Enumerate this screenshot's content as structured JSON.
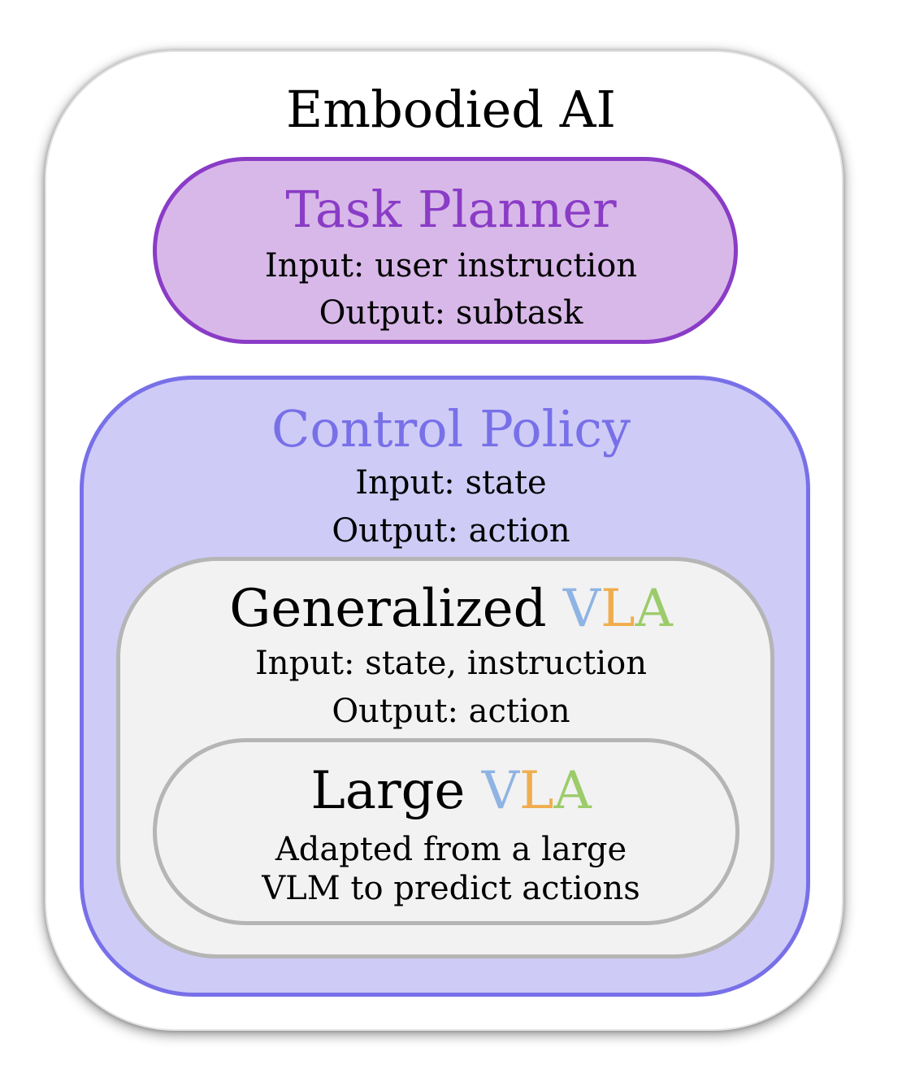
{
  "embodied_ai": {
    "title": "Embodied AI"
  },
  "task_planner": {
    "title": "Task Planner",
    "input": "Input: user instruction",
    "output": "Output: subtask"
  },
  "control_policy": {
    "title": "Control Policy",
    "input": "Input: state",
    "output": "Output: action"
  },
  "generalized_vla": {
    "title_prefix": "Generalized ",
    "v": "V",
    "l": "L",
    "a": "A",
    "input": "Input: state, instruction",
    "output": "Output: action"
  },
  "large_vla": {
    "title_prefix": "Large ",
    "v": "V",
    "l": "L",
    "a": "A",
    "line1": "Adapted from a large",
    "line2": "VLM to predict actions"
  },
  "colors": {
    "task_planner_fill": "#d8b8e8",
    "task_planner_accent": "#8a3cc6",
    "control_policy_fill": "#cecbf6",
    "control_policy_accent": "#7870e8",
    "vla_box_fill": "#f2f2f2",
    "vla_box_border": "#b5b5b5",
    "v_color": "#8fb4e3",
    "l_color": "#f0ad4e",
    "a_color": "#9ccc6a"
  }
}
